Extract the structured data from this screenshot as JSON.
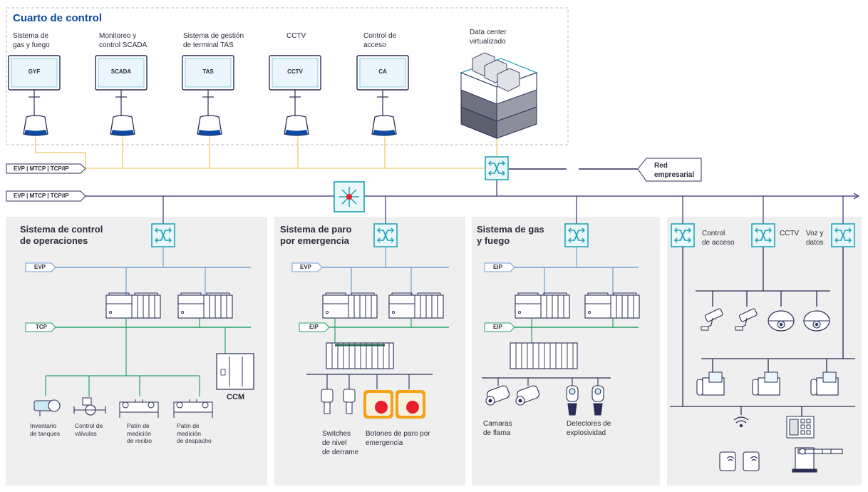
{
  "control_room": {
    "title": "Cuarto de control",
    "stations": [
      {
        "label": "Sistema de gas y fuego",
        "line1": "Sistema de",
        "line2": "gas y fuego",
        "screen": "GYF"
      },
      {
        "label": "Monitoreo y control SCADA",
        "line1": "Monitoreo y",
        "line2": "control SCADA",
        "screen": "SCADA"
      },
      {
        "label": "Sistema de gestión de terminal TAS",
        "line1": "Sistema de gestión",
        "line2": "de terminal TAS",
        "screen": "TAS"
      },
      {
        "label": "CCTV",
        "line1": "CCTV",
        "line2": "",
        "screen": "CCTV"
      },
      {
        "label": "Control de acceso",
        "line1": "Control de",
        "line2": "acceso",
        "screen": "CA"
      }
    ],
    "datacenter": {
      "line1": "Data center",
      "line2": "virtualizado"
    }
  },
  "network": {
    "proto_upper": "EVP | MTCP | TCP/IP",
    "proto_lower": "EVP | MTCP | TCP/IP",
    "enterprise": {
      "line1": "Red",
      "line2": "empresarial"
    }
  },
  "panels": {
    "operations": {
      "title1": "Sistema de control",
      "title2": "de operaciones",
      "bus1": "EVP",
      "bus2": "TCP",
      "ccm": "CCM",
      "devices": [
        {
          "l1": "Inventario",
          "l2": "de tanques",
          "l3": ""
        },
        {
          "l1": "Control de",
          "l2": "válvulas",
          "l3": ""
        },
        {
          "l1": "Patín de",
          "l2": "medición",
          "l3": "de recibo"
        },
        {
          "l1": "Patín de",
          "l2": "medición",
          "l3": "de despacho"
        }
      ]
    },
    "emergency": {
      "title1": "Sistema de paro",
      "title2": "por emergencia",
      "bus1": "EVP",
      "bus2": "EIP",
      "switches": {
        "l1": "Switches",
        "l2": "de nivel",
        "l3": "de derrame"
      },
      "buttons": {
        "l1": "Botones de paro por",
        "l2": "emergencia"
      }
    },
    "gasfire": {
      "title1": "Sistema de gas",
      "title2": "y fuego",
      "bus1": "EIP",
      "bus2": "EIP",
      "cameras": {
        "l1": "Camaras",
        "l2": "de flama"
      },
      "detectors": {
        "l1": "Detectores de",
        "l2": "explosividad"
      }
    },
    "security": {
      "access": {
        "l1": "Control",
        "l2": "de acceso"
      },
      "cctv": "CCTV",
      "voice": {
        "l1": "Voz y",
        "l2": "datos"
      }
    }
  },
  "colors": {
    "navy": "#2a2d55",
    "teal": "#1aa0b5",
    "blue_bus": "#6f9fd0",
    "green_bus": "#26a06a",
    "yellow_link": "#f0c96a",
    "purple_link": "#5a4a8a",
    "panel_bg": "#efefef",
    "title_blue": "#0d4aa0",
    "red_button": "#e8202a",
    "orange_button": "#f4a21a"
  }
}
